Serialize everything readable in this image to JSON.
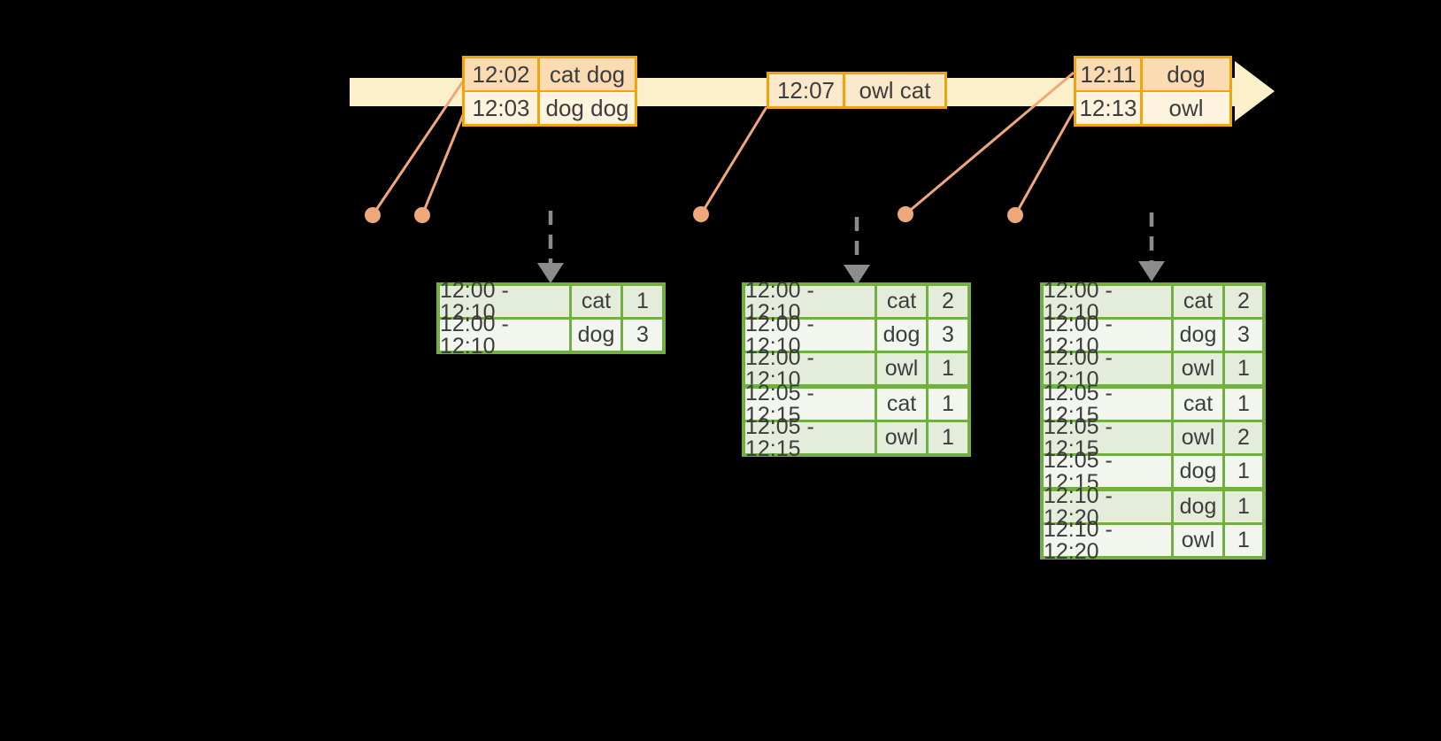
{
  "diagram": {
    "description": "windowed-grouped-aggregation-stream-diagram",
    "background": "#000000"
  },
  "colors": {
    "timeline_band": "#fcf0ca",
    "event_table_border": "#f1a40a",
    "event_row_dark": "#fbdcb2",
    "event_row_light": "#fdf3df",
    "event_row_mid": "#fce8cb",
    "result_table_border": "#71ae43",
    "result_row_dark": "#e4eddc",
    "result_row_light": "#f2f6ee",
    "connector_salmon": "#efa77c",
    "dashed_arrow_gray": "#8c8c8c",
    "text": "#3d3d3d"
  },
  "event_tables": [
    {
      "rows": [
        {
          "time": "12:02",
          "words": "cat dog"
        },
        {
          "time": "12:03",
          "words": "dog dog"
        }
      ]
    },
    {
      "rows": [
        {
          "time": "12:07",
          "words": "owl cat"
        }
      ]
    },
    {
      "rows": [
        {
          "time": "12:11",
          "words": "dog"
        },
        {
          "time": "12:13",
          "words": "owl"
        }
      ]
    }
  ],
  "result_tables": [
    {
      "rows": [
        {
          "window": "12:00 - 12:10",
          "word": "cat",
          "count": "1"
        },
        {
          "window": "12:00 - 12:10",
          "word": "dog",
          "count": "3"
        }
      ]
    },
    {
      "rows": [
        {
          "window": "12:00 - 12:10",
          "word": "cat",
          "count": "2"
        },
        {
          "window": "12:00 - 12:10",
          "word": "dog",
          "count": "3"
        },
        {
          "window": "12:00 - 12:10",
          "word": "owl",
          "count": "1"
        },
        {
          "window": "12:05 - 12:15",
          "word": "cat",
          "count": "1"
        },
        {
          "window": "12:05 - 12:15",
          "word": "owl",
          "count": "1"
        }
      ]
    },
    {
      "rows": [
        {
          "window": "12:00 - 12:10",
          "word": "cat",
          "count": "2"
        },
        {
          "window": "12:00 - 12:10",
          "word": "dog",
          "count": "3"
        },
        {
          "window": "12:00 - 12:10",
          "word": "owl",
          "count": "1"
        },
        {
          "window": "12:05 - 12:15",
          "word": "cat",
          "count": "1"
        },
        {
          "window": "12:05 - 12:15",
          "word": "owl",
          "count": "2"
        },
        {
          "window": "12:05 - 12:15",
          "word": "dog",
          "count": "1"
        },
        {
          "window": "12:10 - 12:20",
          "word": "dog",
          "count": "1"
        },
        {
          "window": "12:10 - 12:20",
          "word": "owl",
          "count": "1"
        }
      ]
    }
  ]
}
